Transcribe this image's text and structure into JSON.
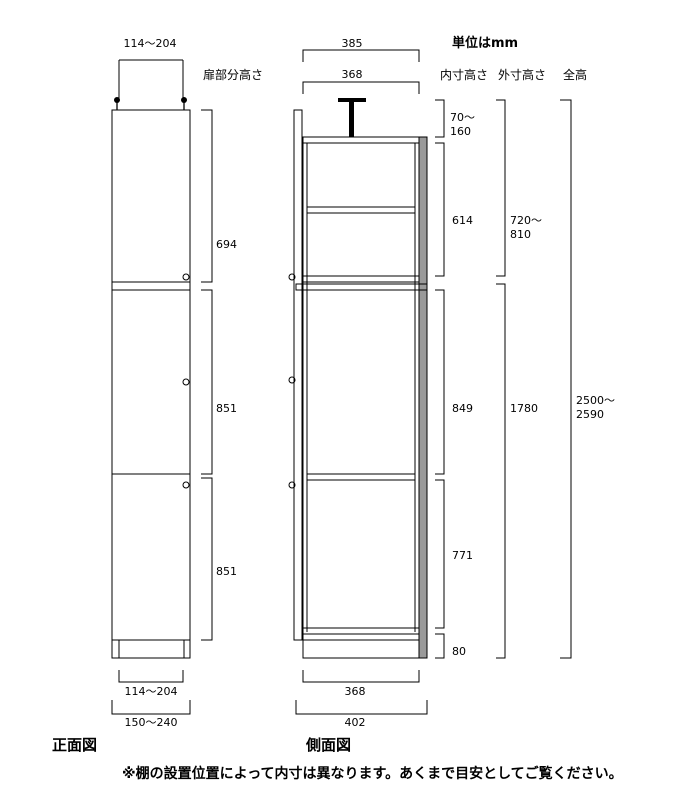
{
  "header": {
    "unit_label": "単位はmm",
    "door_height_label": "扉部分高さ",
    "inner_height_label": "内寸高さ",
    "outer_height_label": "外寸高さ",
    "total_height_label": "全高"
  },
  "front": {
    "caption": "正面図",
    "top_width": "114～204",
    "door_heights": [
      "694",
      "851",
      "851"
    ],
    "bottom_inner_width": "114～204",
    "bottom_outer_width": "150～240"
  },
  "side": {
    "caption": "側面図",
    "top_depth": "385",
    "top_inner_depth": "368",
    "inner_heights": [
      "70～\n160",
      "614",
      "849",
      "771",
      "80"
    ],
    "outer_heights": [
      "720～\n810",
      "1780"
    ],
    "total_height": "2500～\n2590",
    "bottom_inner_depth": "368",
    "bottom_outer_depth": "402"
  },
  "footnote": "※棚の設置位置によって内寸は異なります。あくまで目安としてご覧ください。"
}
